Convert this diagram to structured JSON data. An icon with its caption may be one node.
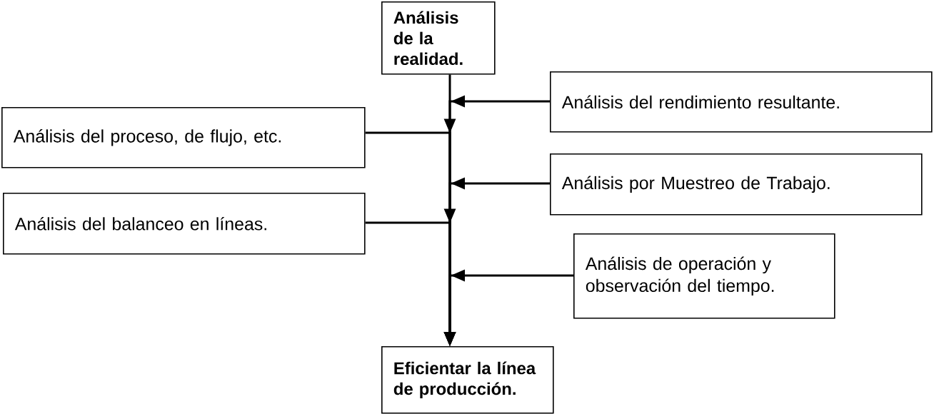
{
  "diagram": {
    "nodes": [
      {
        "text": [
          "Análisis de la realidad."
        ]
      },
      {
        "text": [
          "Análisis del rendimiento resultante."
        ]
      },
      {
        "text": [
          "Análisis del proceso, de flujo, etc."
        ]
      },
      {
        "text": [
          "Análisis por Muestreo de Trabajo."
        ]
      },
      {
        "text": [
          "Análisis del balanceo en líneas."
        ]
      },
      {
        "text": [
          "Análisis de operación y observación del tiempo."
        ]
      },
      {
        "text": [
          "Eficientar la línea de producción."
        ]
      }
    ],
    "edges": [
      {
        "from": 0,
        "to": 6,
        "arrow": "to"
      },
      {
        "from": 1,
        "to": 6,
        "arrow": "to"
      },
      {
        "from": 2,
        "to": 6,
        "arrow": "to"
      },
      {
        "from": 3,
        "to": 6,
        "arrow": "to"
      },
      {
        "from": 4,
        "to": 6,
        "arrow": "to"
      },
      {
        "from": 5,
        "to": 6,
        "arrow": "to"
      }
    ]
  }
}
